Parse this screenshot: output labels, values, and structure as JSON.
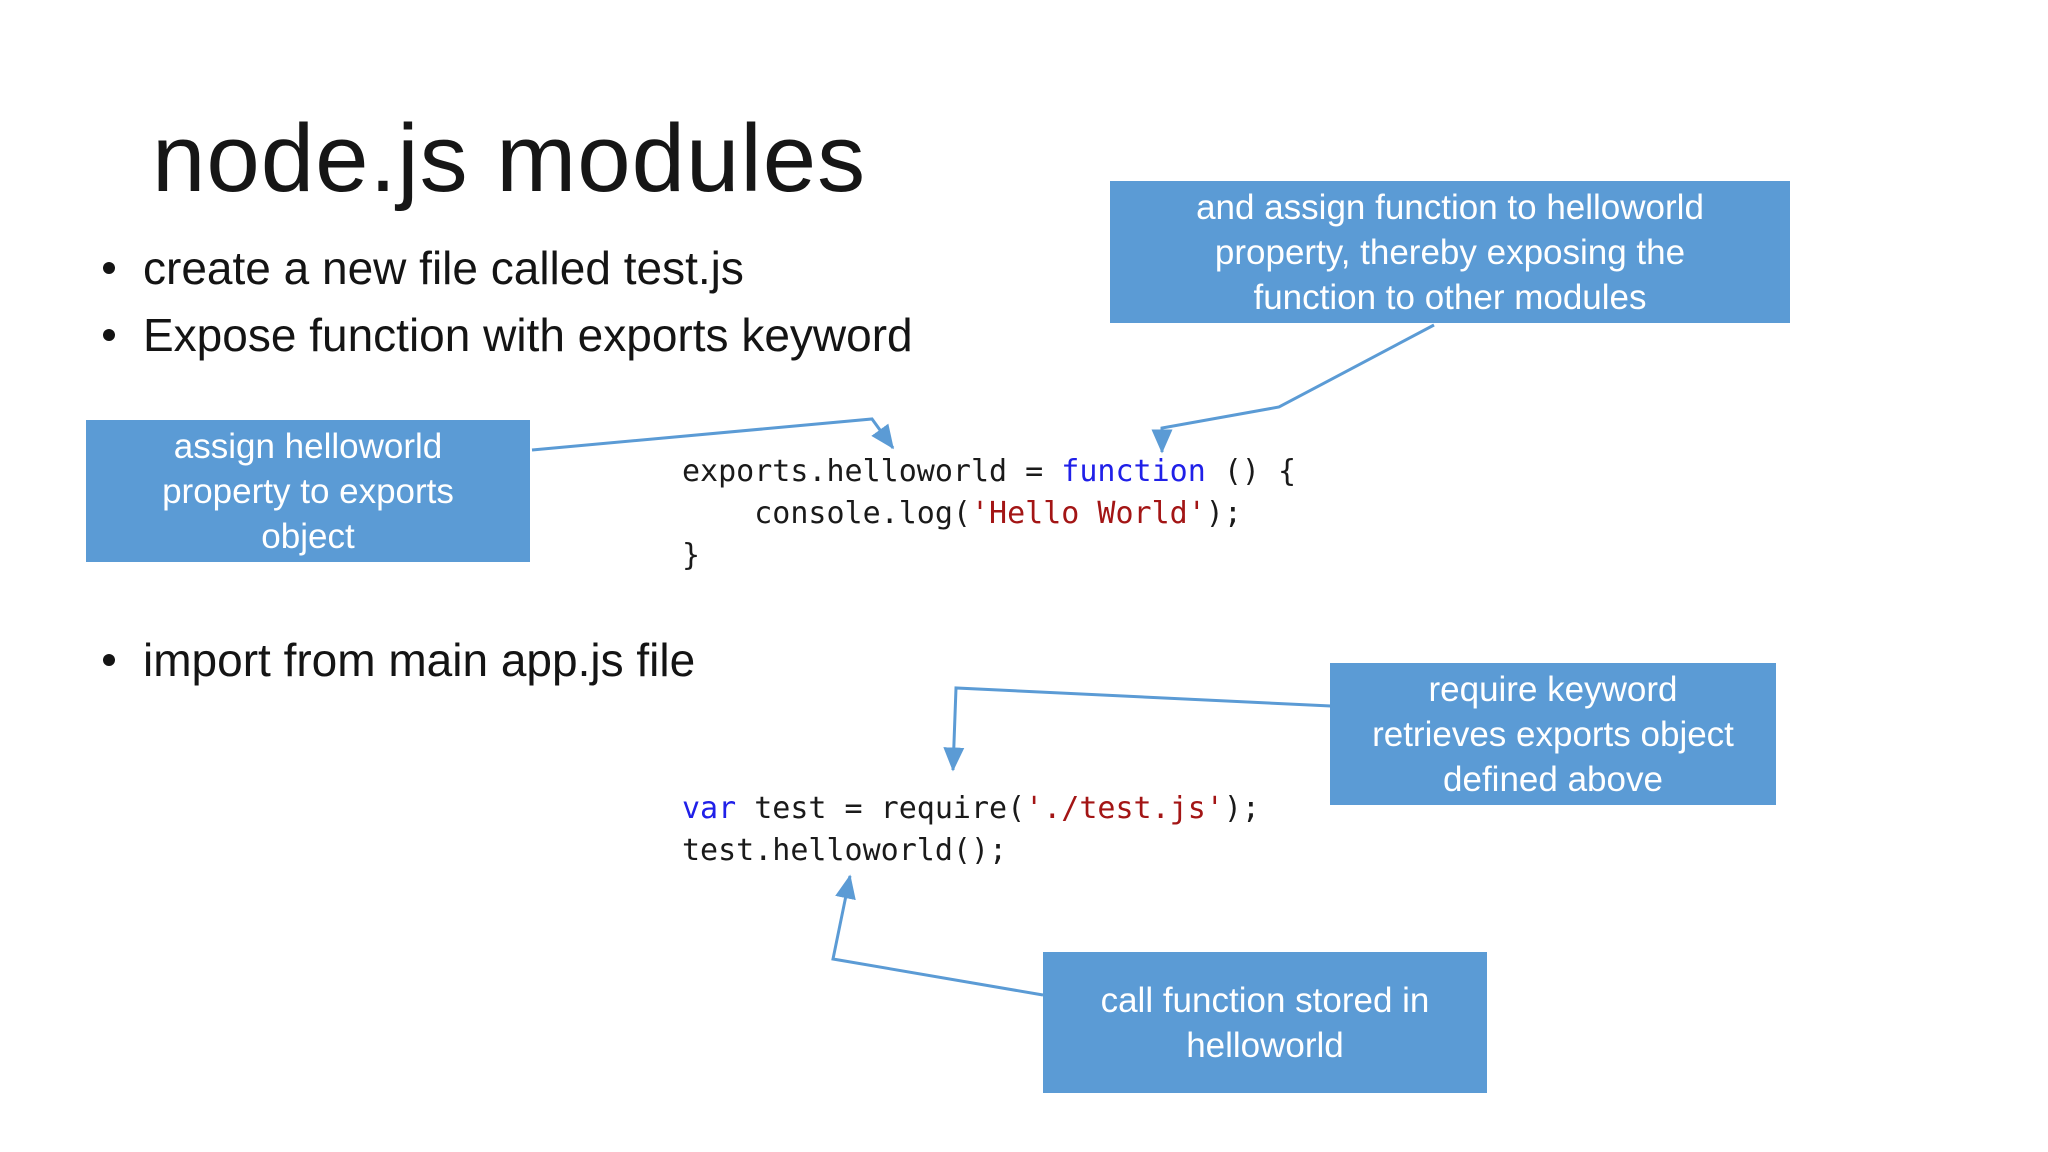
{
  "slide": {
    "title": "node.js modules",
    "bullets_top": [
      "create a new file called test.js",
      "Expose function with exports keyword"
    ],
    "bullet_import": "import from main app.js file"
  },
  "callouts": {
    "assign_function": "and assign function to helloworld\nproperty, thereby exposing the\nfunction to other modules",
    "assign_helloworld": "assign helloworld\nproperty to exports\nobject",
    "require_keyword": "require keyword\nretrieves exports object\ndefined above",
    "call_function": "call function stored in\nhelloworld"
  },
  "code_blocks": {
    "test_js": {
      "lines": [
        [
          {
            "t": "exports.helloworld = ",
            "c": "plain"
          },
          {
            "t": "function",
            "c": "keyword"
          },
          {
            "t": " () {",
            "c": "plain"
          }
        ],
        [
          {
            "t": "    console.log(",
            "c": "plain"
          },
          {
            "t": "'Hello World'",
            "c": "string"
          },
          {
            "t": ");",
            "c": "plain"
          }
        ],
        [
          {
            "t": "}",
            "c": "plain"
          }
        ]
      ]
    },
    "app_js": {
      "lines": [
        [
          {
            "t": "var",
            "c": "keyword"
          },
          {
            "t": " test = require(",
            "c": "plain"
          },
          {
            "t": "'./test.js'",
            "c": "string"
          },
          {
            "t": ");",
            "c": "plain"
          }
        ],
        [
          {
            "t": "test.helloworld();",
            "c": "plain"
          }
        ]
      ]
    }
  },
  "colors": {
    "callout_bg": "#5B9BD5",
    "callout_text": "#FFFFFF",
    "arrow": "#5B9BD5",
    "keyword": "#2020E8",
    "string": "#A31515",
    "code_text": "#1A1A1A",
    "body_text": "#141414"
  }
}
